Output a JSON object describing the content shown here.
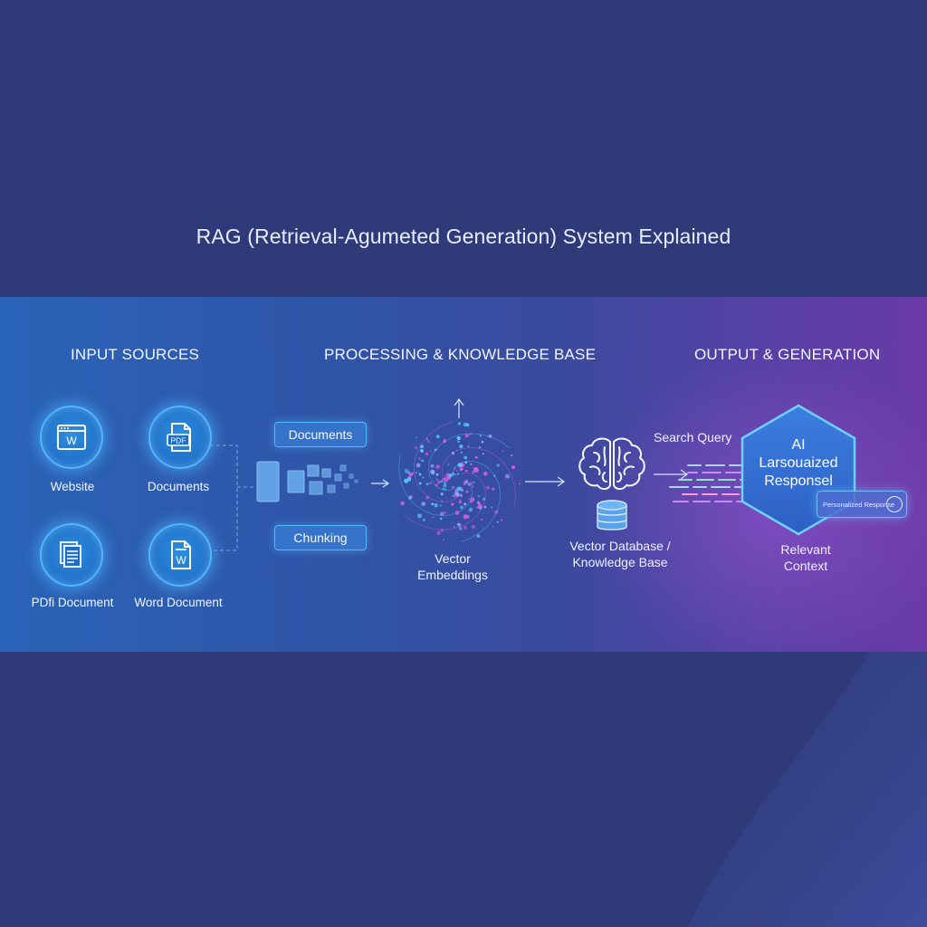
{
  "title": "RAG (Retrieval-Agumeted Generation) System Explained",
  "sections": {
    "input": "INPUT SOURCES",
    "processing": "PROCESSING & KNOWLEDGE BASE",
    "output": "OUTPUT & GENERATION"
  },
  "sources": [
    {
      "label": "Website",
      "icon": "browser-window-icon",
      "glyph": "W"
    },
    {
      "label": "Documents",
      "icon": "pdf-file-icon",
      "glyph": "PDF"
    },
    {
      "label": "PDfi Document",
      "icon": "stacked-documents-icon",
      "glyph": ""
    },
    {
      "label": "Word Document",
      "icon": "word-document-icon",
      "glyph": "W"
    }
  ],
  "processing": {
    "documents_label": "Documents",
    "chunking_label": "Chunking",
    "embeddings_label_line1": "Vector",
    "embeddings_label_line2": "Embeddings"
  },
  "knowledge": {
    "db_label_line1": "Vector Database /",
    "db_label_line2": "Knowledge Base"
  },
  "output": {
    "search_query": "Search Query",
    "hex_line1": "AI",
    "hex_line2": "Larsouaized",
    "hex_line3": "Responsel",
    "chat_text": "Personalized Response",
    "context_line1": "Relevant",
    "context_line2": "Context"
  },
  "colors": {
    "background": "#2f3a78",
    "accent_blue": "#4fb6ff",
    "accent_magenta": "#d65ae6"
  }
}
